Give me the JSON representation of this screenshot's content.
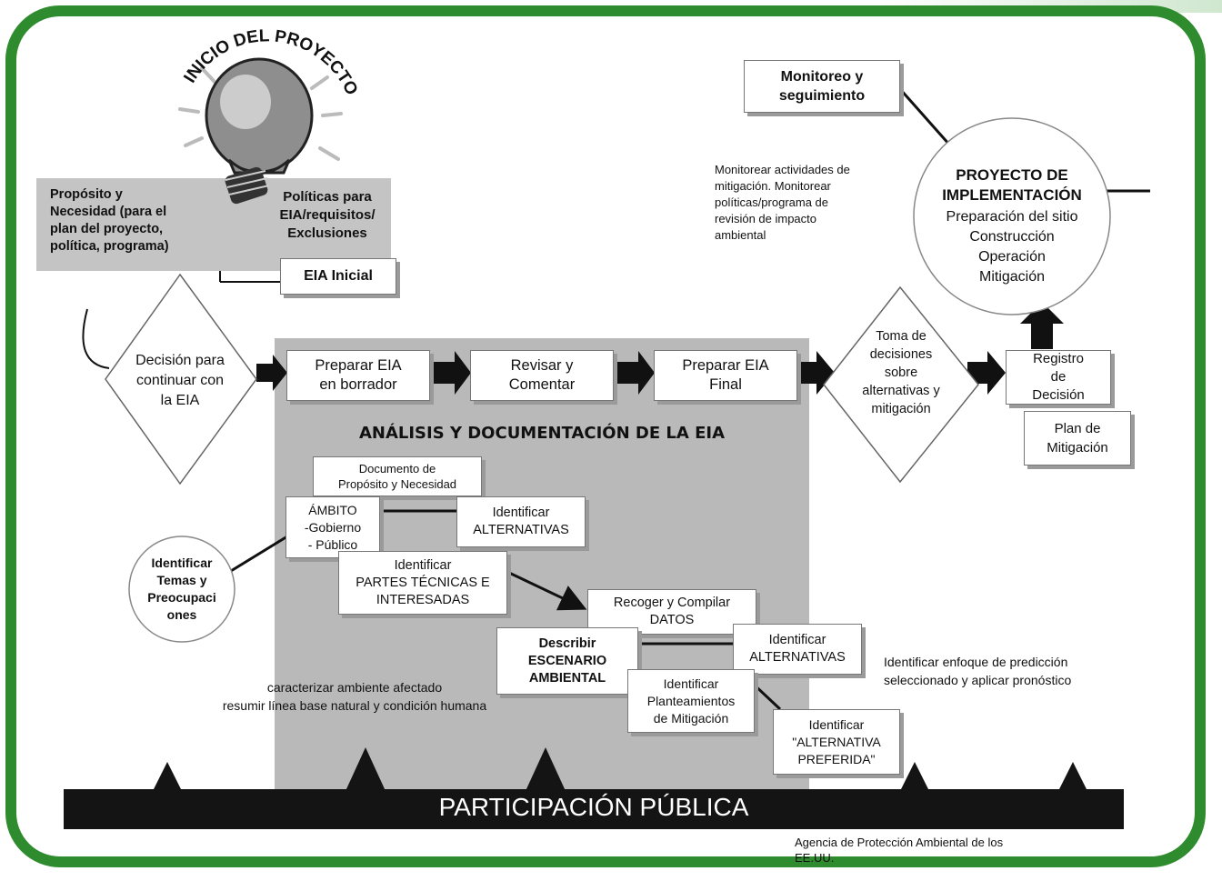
{
  "start": {
    "arc_text": "INICIO DEL PROYECTO",
    "purpose": "Propósito y\nNecesidad (para el\nplan del proyecto,\npolítica, programa)",
    "policies": "Políticas para\nEIA/requisitos/\nExclusiones",
    "initial": "EIA Inicial"
  },
  "flow": {
    "decision_continue": "Decisión para\ncontinuar con\nla EIA",
    "draft": "Preparar EIA\nen borrador",
    "review": "Revisar y\nComentar",
    "final": "Preparar EIA\nFinal",
    "decision_alternatives": "Toma de\ndecisiones\nsobre\nalternativas y\nmitigación",
    "record": "Registro\nde\nDecisión",
    "mitigation_plan": "Plan de\nMitigación"
  },
  "implementation": {
    "monitoring": "Monitoreo y\nseguimiento",
    "monitoring_note": "Monitorear actividades de\nmitigación. Monitorear\npolíticas/programa de\nrevisión de impacto\nambiental",
    "project_title": "PROYECTO DE\nIMPLEMENTACIÓN",
    "project_items": "Preparación del sitio\nConstrucción\nOperación\nMitigación"
  },
  "analysis": {
    "title": "ANÁLISIS Y DOCUMENTACIÓN DE LA EIA",
    "purpose_doc": "Documento de\nPropósito y Necesidad",
    "scope": "ÁMBITO\n-Gobierno\n- Público",
    "identify_alternatives_1": "Identificar\nALTERNATIVAS",
    "identify_parties": "Identificar\nPARTES TÉCNICAS E\nINTERESADAS",
    "collect_data": "Recoger y Compilar\nDATOS",
    "describe_scenario": "Describir\nESCENARIO\nAMBIENTAL",
    "identify_alternatives_2": "Identificar\nALTERNATIVAS",
    "identify_mitigation": "Identificar\nPlanteamientos\nde Mitigación",
    "preferred_alternative": "Identificar\n\"ALTERNATIVA\nPREFERIDA\"",
    "issues_circle": "Identificar\nTemas y\nPreocupaci\nones",
    "environment_note": "caracterizar ambiente afectado\nresumir línea base natural y condición humana",
    "prediction_note": "Identificar enfoque de predicción\nseleccionado y aplicar pronóstico"
  },
  "footer": {
    "public_participation": "PARTICIPACIÓN PÚBLICA",
    "source": "Agencia de Protección Ambiental de los\nEE.UU."
  },
  "colors": {
    "frame": "#2e8b2e",
    "gray_panel": "#c4c4c4",
    "analysis_panel": "#b9b9b9",
    "banner": "#141414"
  }
}
